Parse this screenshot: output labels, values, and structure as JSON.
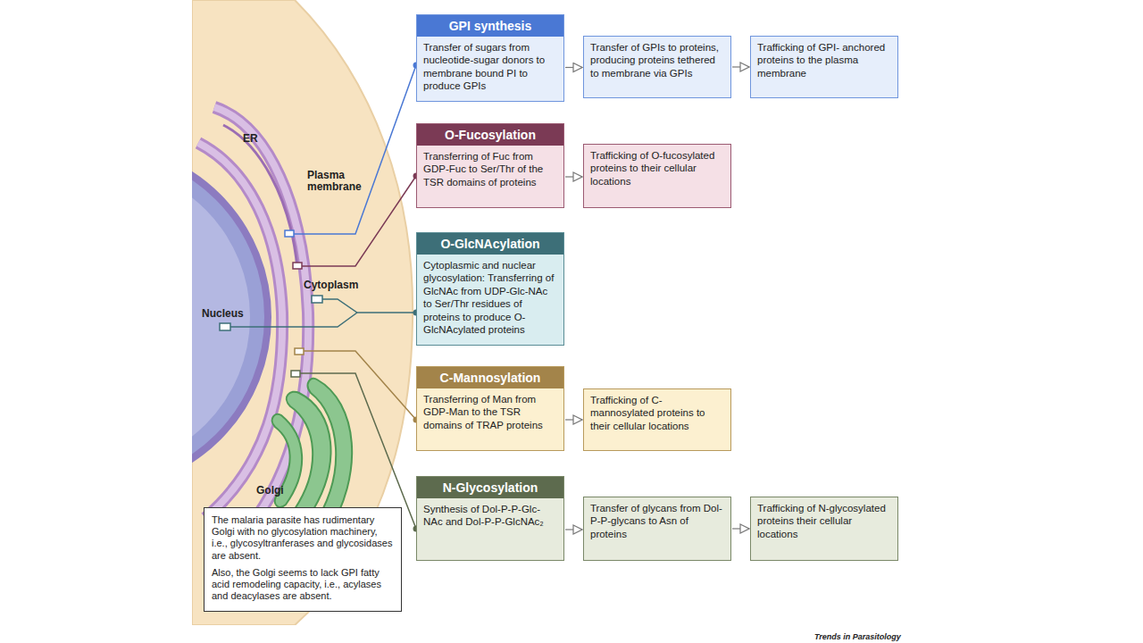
{
  "diagram": {
    "nodes": [
      {
        "text": [
          "GPI synthesis",
          "Transfer of sugars from nucleotide-sugar donors to membrane bound PI to produce GPIs"
        ]
      },
      {
        "text": [
          "Transfer of GPIs to proteins, producing proteins tethered to membrane via GPIs"
        ]
      },
      {
        "text": [
          "Trafficking of GPI- anchored proteins to the plasma membrane"
        ]
      },
      {
        "text": [
          "O-Fucosylation",
          "Transferring of Fuc from GDP-Fuc to Ser/Thr of the TSR domains of proteins"
        ]
      },
      {
        "text": [
          "Trafficking of O-fucosylated proteins to their cellular locations"
        ]
      },
      {
        "text": [
          "O-GlcNAcylation",
          "Cytoplasmic and nuclear glycosylation: Transferring of GlcNAc from UDP-Glc-NAc to Ser/Thr residues of proteins to produce O-GlcNAcylated proteins"
        ]
      },
      {
        "text": [
          "C-Mannosylation",
          "Transferring of Man from GDP-Man to the TSR domains of TRAP proteins"
        ]
      },
      {
        "text": [
          "Trafficking of C-mannosylated proteins to their cellular locations"
        ]
      },
      {
        "text": [
          "N-Glycosylation",
          "Synthesis of Dol-P-P-Glc-NAc and Dol-P-P-GlcNAc₂"
        ]
      },
      {
        "text": [
          "Transfer of glycans from Dol-P-P-glycans to Asn of proteins"
        ]
      },
      {
        "text": [
          "Trafficking of N-glycosylated proteins their cellular locations"
        ]
      },
      {
        "text": [
          "The malaria parasite has rudimentary Golgi with no glycosylation machinery, i.e., glycosyltranferases and glycosidases are absent.",
          "Also, the Golgi seems to lack GPI fatty acid remodeling capacity, i.e., acylases and deacylases are absent."
        ]
      }
    ],
    "edges": [
      {
        "from": 0,
        "to": 1,
        "arrow": "to"
      },
      {
        "from": 1,
        "to": 2,
        "arrow": "to"
      },
      {
        "from": 3,
        "to": 4,
        "arrow": "to"
      },
      {
        "from": 6,
        "to": 7,
        "arrow": "to"
      },
      {
        "from": 8,
        "to": 9,
        "arrow": "to"
      },
      {
        "from": 9,
        "to": 10,
        "arrow": "to"
      }
    ],
    "labels": [
      "ER",
      "Plasma membrane",
      "Cytoplasm",
      "Nucleus",
      "Golgi",
      "Trends in Parasitology"
    ]
  }
}
